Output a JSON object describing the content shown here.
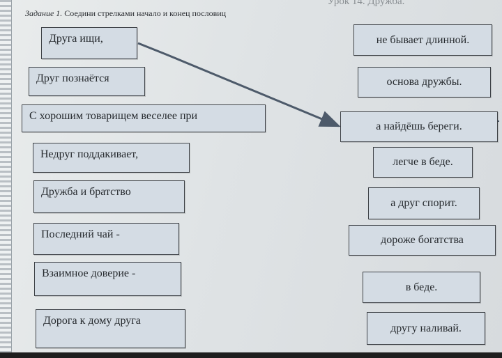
{
  "header": {
    "title": "Урок 14. Дружба.",
    "task_number": "Задание 1.",
    "task_text": "Соедини стрелками начало и конец пословиц"
  },
  "left_items": [
    {
      "text": "Друга ищи,"
    },
    {
      "text": "Друг познаётся"
    },
    {
      "text": "С хорошим товарищем веселее при"
    },
    {
      "text": "Недруг поддакивает,"
    },
    {
      "text": "Дружба и братство"
    },
    {
      "text": "Последний чай -"
    },
    {
      "text": "Взаимное доверие -"
    },
    {
      "text": "Дорога к дому друга"
    }
  ],
  "right_items": [
    {
      "text": "не бывает длинной."
    },
    {
      "text": "основа дружбы."
    },
    {
      "text": "а найдёшь береги."
    },
    {
      "text": "легче в беде."
    },
    {
      "text": "а друг спорит."
    },
    {
      "text": "дороже богатства"
    },
    {
      "text": "в беде."
    },
    {
      "text": "другу наливай."
    }
  ],
  "colors": {
    "box_fill": "#d4dce4",
    "box_border": "#3e4247",
    "arrow": "#4d5a6a"
  }
}
